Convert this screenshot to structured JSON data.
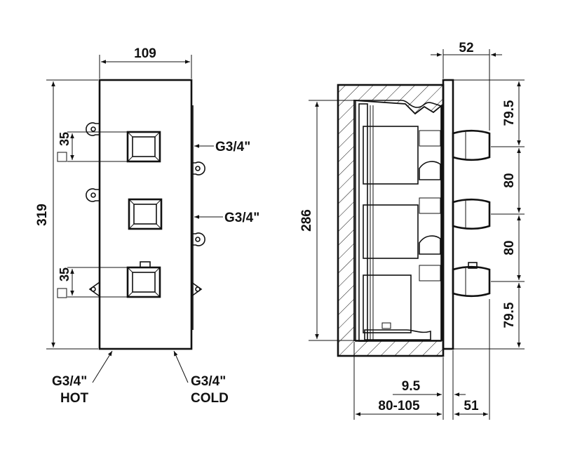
{
  "front_view": {
    "width_dim": "109",
    "height_dim": "319",
    "spacing_top": "35",
    "spacing_bottom": "35",
    "inlet_upper": "G3/4\"",
    "inlet_lower": "G3/4\"",
    "hot_size": "G3/4\"",
    "hot_label": "HOT",
    "cold_size": "G3/4\"",
    "cold_label": "COLD"
  },
  "side_view": {
    "depth_dim": "52",
    "height_dim": "286",
    "spacing_1": "79.5",
    "spacing_2": "80",
    "spacing_3": "80",
    "spacing_4": "79.5",
    "plate_dim": "9.5",
    "wall_range": "80-105",
    "projection": "51"
  }
}
